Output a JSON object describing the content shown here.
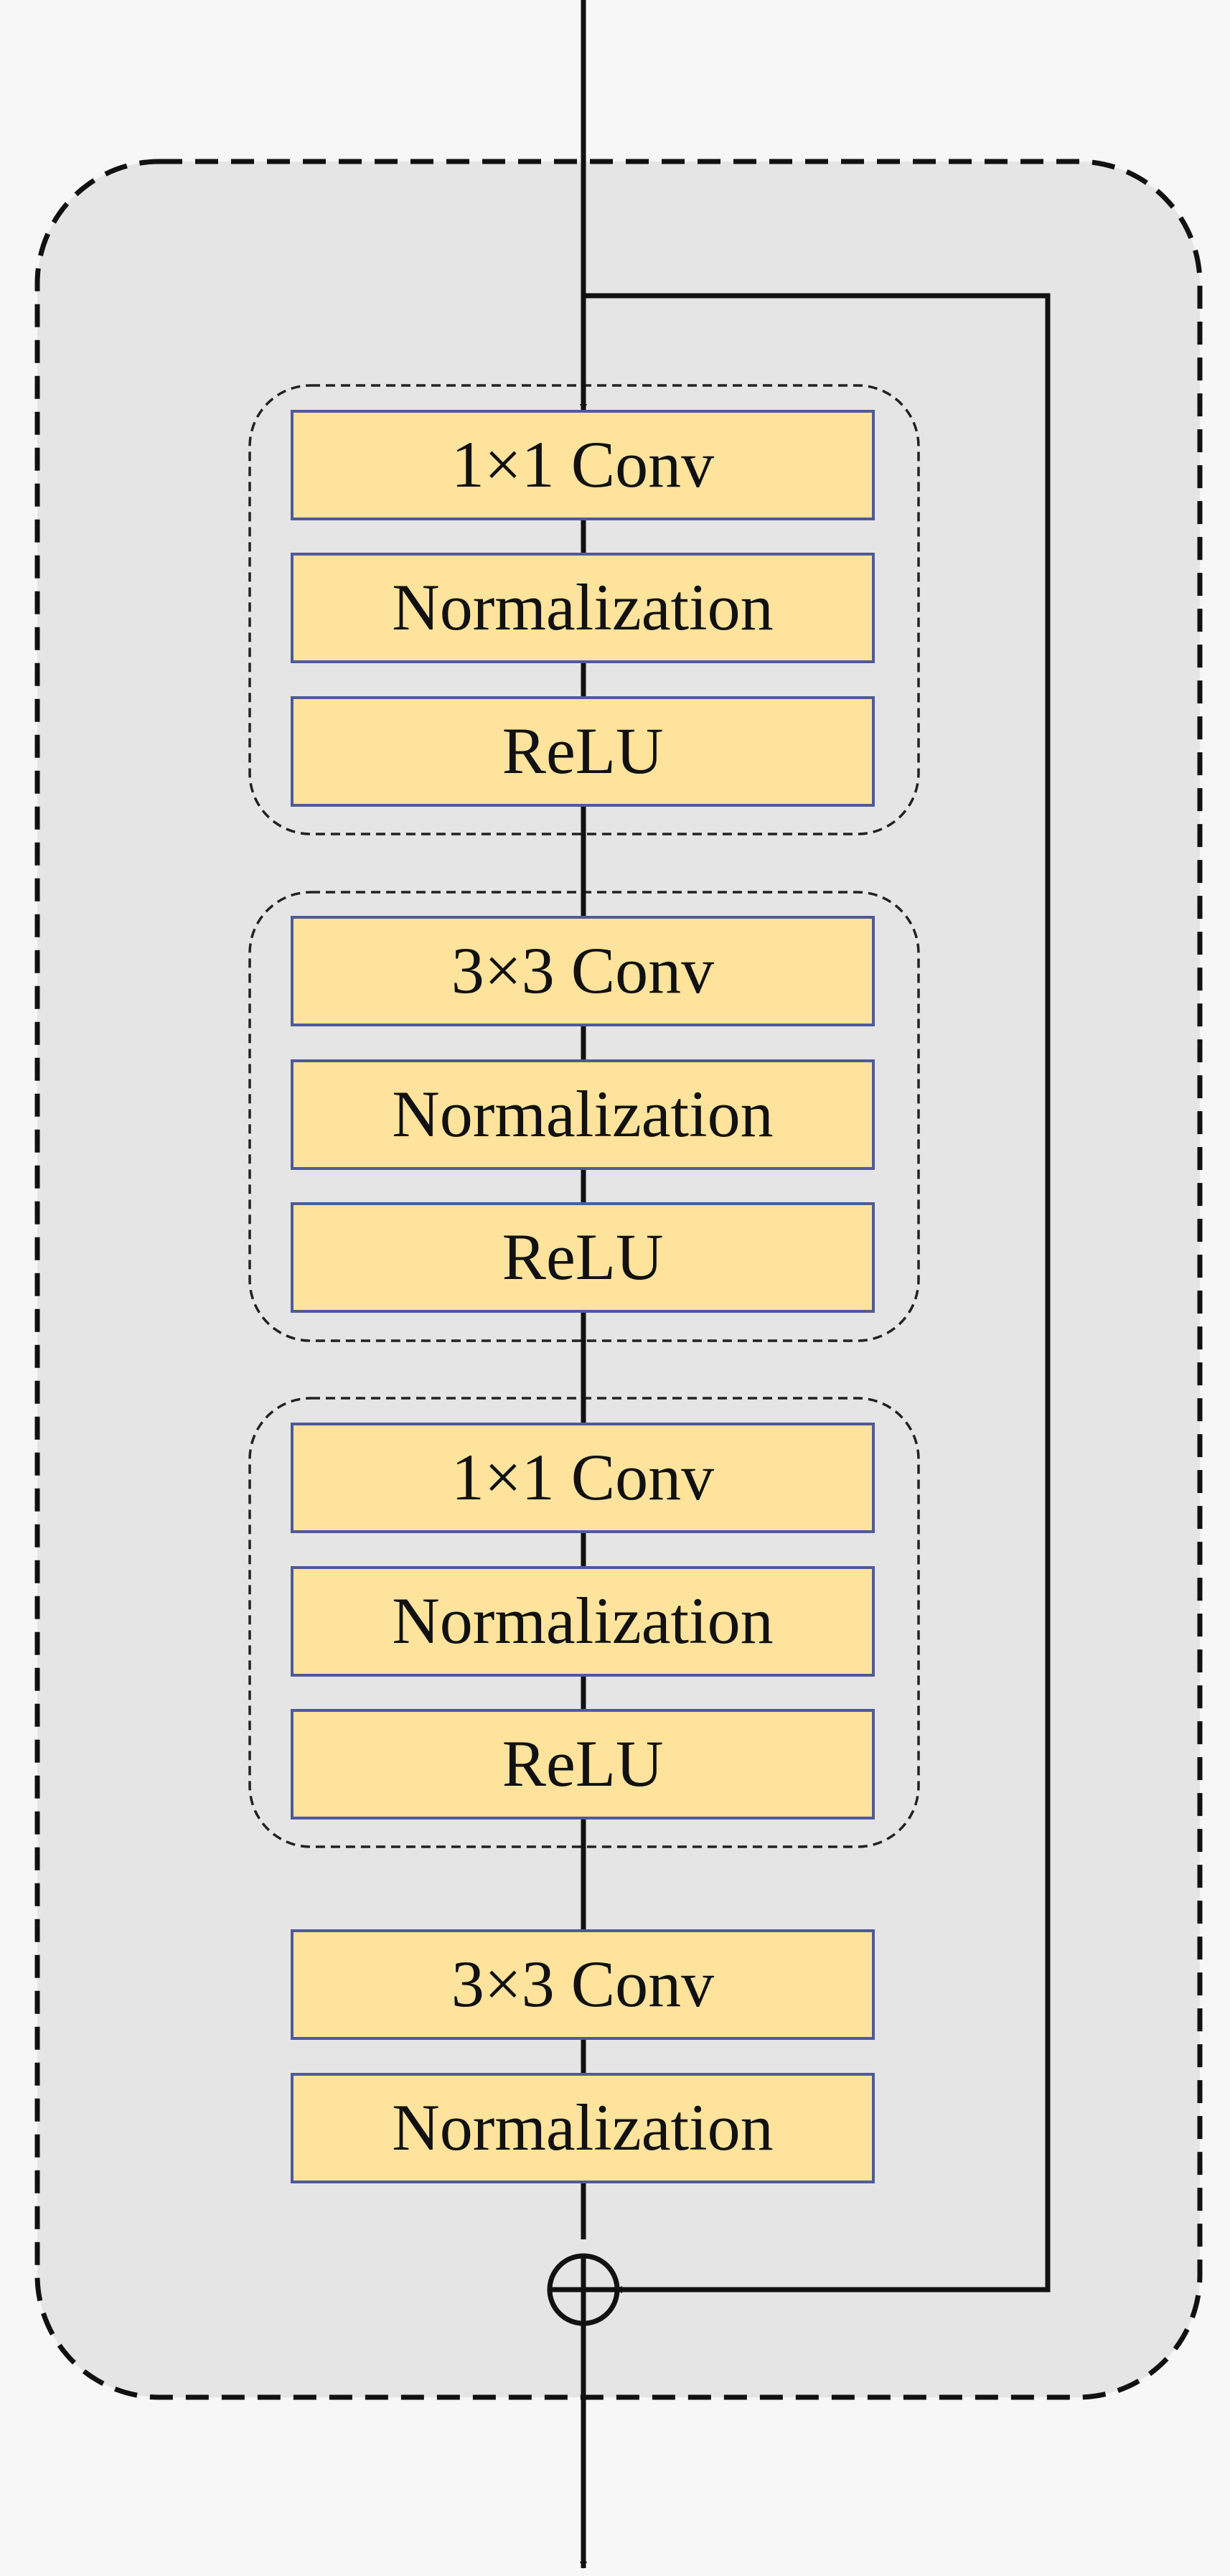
{
  "diagram": {
    "colors": {
      "background": "#f7f7f7",
      "outer_panel_fill": "#e5e5e5",
      "outer_panel_border": "#111111",
      "layer_fill": "#fde39c",
      "layer_border": "#4f5a9a",
      "connector": "#111111"
    },
    "groups": [
      {
        "layers": [
          {
            "label": "1×1 Conv"
          },
          {
            "label": "Normalization"
          },
          {
            "label": "ReLU"
          }
        ]
      },
      {
        "layers": [
          {
            "label": "3×3 Conv"
          },
          {
            "label": "Normalization"
          },
          {
            "label": "ReLU"
          }
        ]
      },
      {
        "layers": [
          {
            "label": "1×1 Conv"
          },
          {
            "label": "Normalization"
          },
          {
            "label": "ReLU"
          }
        ]
      }
    ],
    "tail_layers": [
      {
        "label": "3×3 Conv"
      },
      {
        "label": "Normalization"
      }
    ],
    "add_node": {
      "symbol": "circle-plus-icon"
    },
    "skip_connection": true
  }
}
